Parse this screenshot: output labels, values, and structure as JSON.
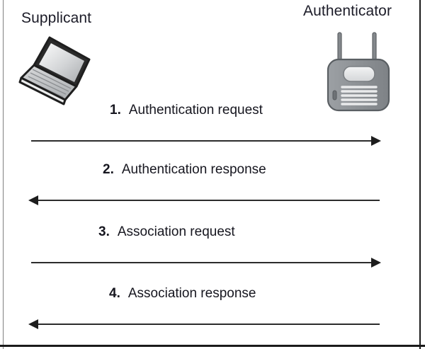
{
  "diagram": {
    "nodes": [
      {
        "id": "supplicant",
        "label": "Supplicant",
        "icon": "laptop-icon"
      },
      {
        "id": "authenticator",
        "label": "Authenticator",
        "icon": "access-point-icon"
      }
    ],
    "messages": [
      {
        "number": "1.",
        "label": "Authentication request",
        "direction": "right"
      },
      {
        "number": "2.",
        "label": "Authentication response",
        "direction": "left"
      },
      {
        "number": "3.",
        "label": "Association request",
        "direction": "right"
      },
      {
        "number": "4.",
        "label": "Association response",
        "direction": "left"
      }
    ],
    "colors": {
      "arrow": "#1d1d1d",
      "text": "#16161f",
      "device_body": "#8e9296",
      "device_outline": "#4d5358",
      "background": "#ffffff"
    }
  }
}
